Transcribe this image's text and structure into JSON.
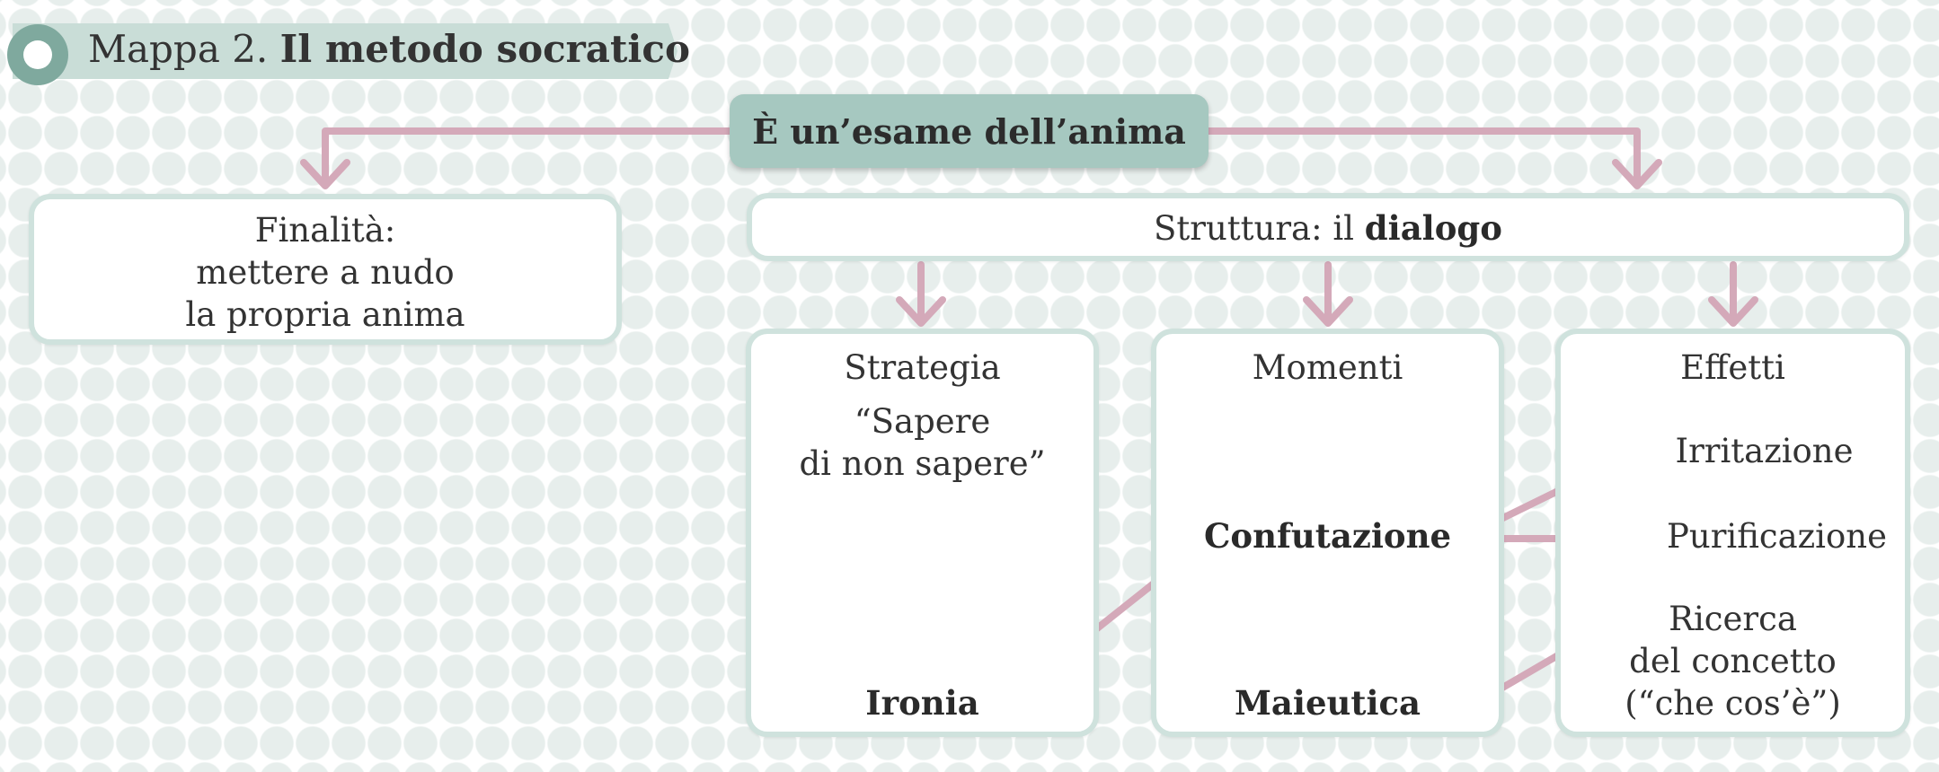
{
  "header": {
    "prefix": "Mappa 2.",
    "title": "Il metodo socratico"
  },
  "root": {
    "label": "È un’esame dell’anima"
  },
  "finalita": {
    "lines": [
      "Finalità:",
      "mettere a nudo",
      "la propria anima"
    ]
  },
  "struttura": {
    "prefix": "Struttura: il",
    "emphasis": "dialogo"
  },
  "strategia": {
    "heading": "Strategia",
    "quote_lines": [
      "“Sapere",
      "di non sapere”"
    ],
    "term": "Ironia"
  },
  "momenti": {
    "heading": "Momenti",
    "first": "Confutazione",
    "second": "Maieutica"
  },
  "effetti": {
    "heading": "Effetti",
    "items": [
      "Irritazione",
      "Purificazione"
    ],
    "ricerca_lines": [
      "Ricerca",
      "del concetto",
      "(“che cos’è”)"
    ]
  },
  "colors": {
    "arrow": "#d4a9b9",
    "box_border": "#cfe2dd",
    "root_fill": "#a6c8c0",
    "header_ribbon": "#c9ddd7",
    "header_circle": "#7fa99e",
    "background_dots": "#e7eeec"
  }
}
